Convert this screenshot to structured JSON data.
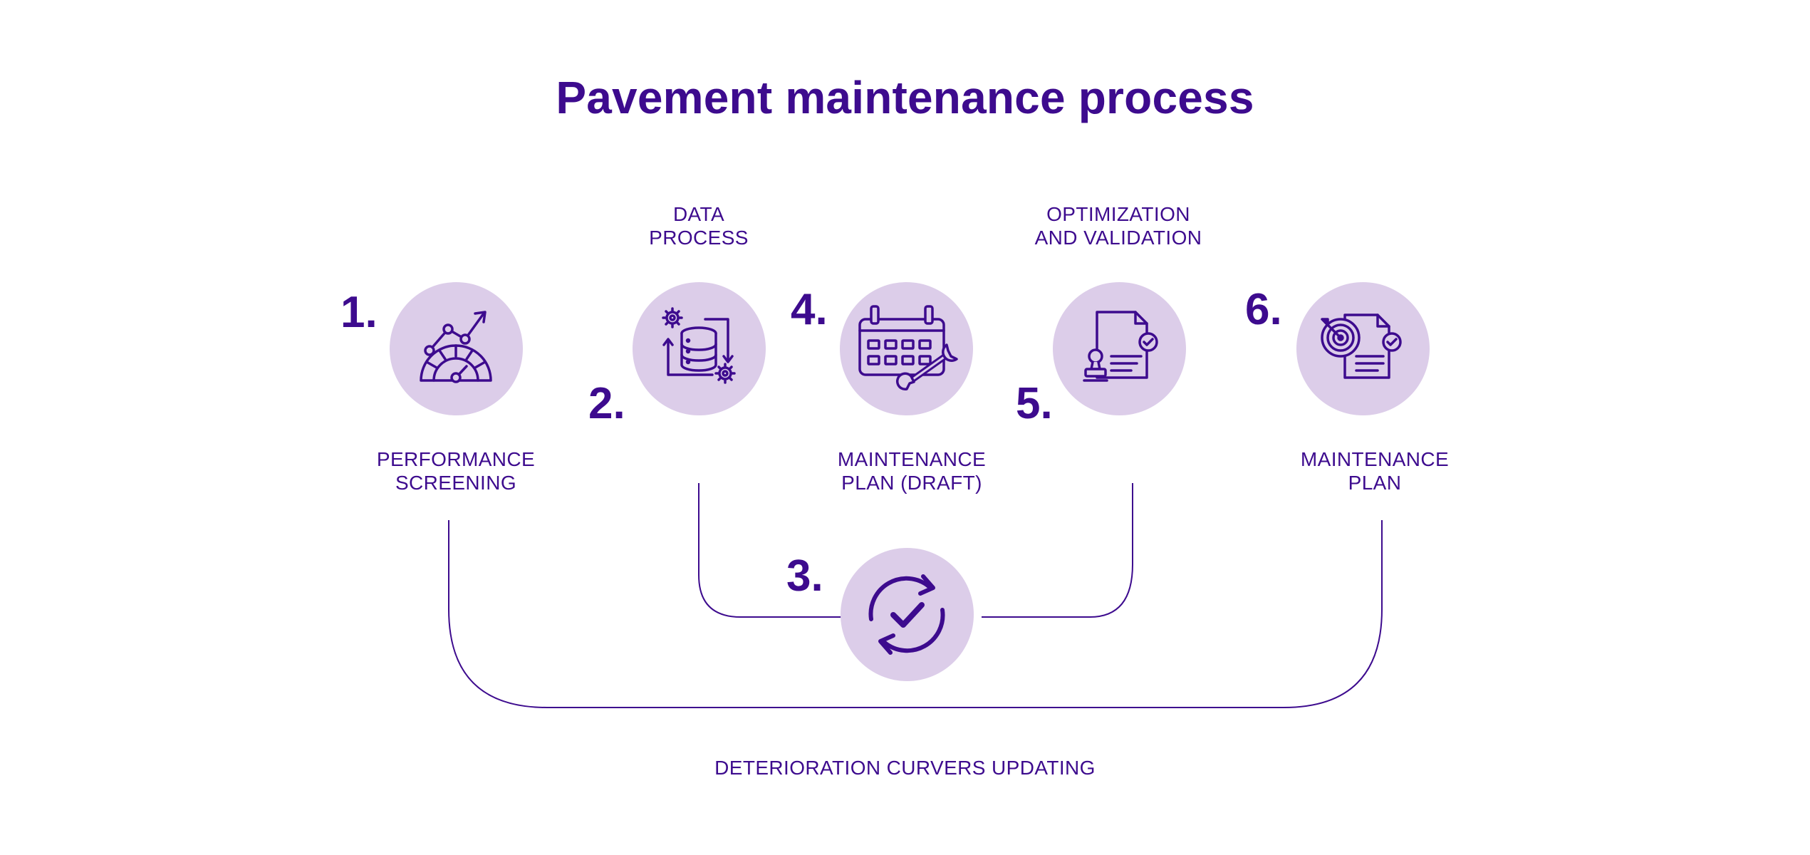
{
  "title": "Pavement maintenance process",
  "steps": [
    {
      "number": "1.",
      "lines": [
        "PERFORMANCE",
        "SCREENING"
      ],
      "icon": "gauge-chart-icon"
    },
    {
      "number": "2.",
      "lines": [
        "DATA",
        "PROCESS"
      ],
      "icon": "database-gears-icon"
    },
    {
      "number": "3.",
      "lines": [],
      "icon": "refresh-check-icon"
    },
    {
      "number": "4.",
      "lines": [
        "MAINTENANCE",
        "PLAN (DRAFT)"
      ],
      "icon": "calendar-wrench-icon"
    },
    {
      "number": "5.",
      "lines": [
        "OPTIMIZATION",
        "AND VALIDATION"
      ],
      "icon": "document-stamp-icon"
    },
    {
      "number": "6.",
      "lines": [
        "MAINTENANCE",
        "PLAN"
      ],
      "icon": "target-document-icon"
    }
  ],
  "footer": "DETERIORATION CURVERS UPDATING",
  "colors": {
    "primary": "#3d0b8e",
    "circle": "#dccde9",
    "background": "#ffffff"
  }
}
